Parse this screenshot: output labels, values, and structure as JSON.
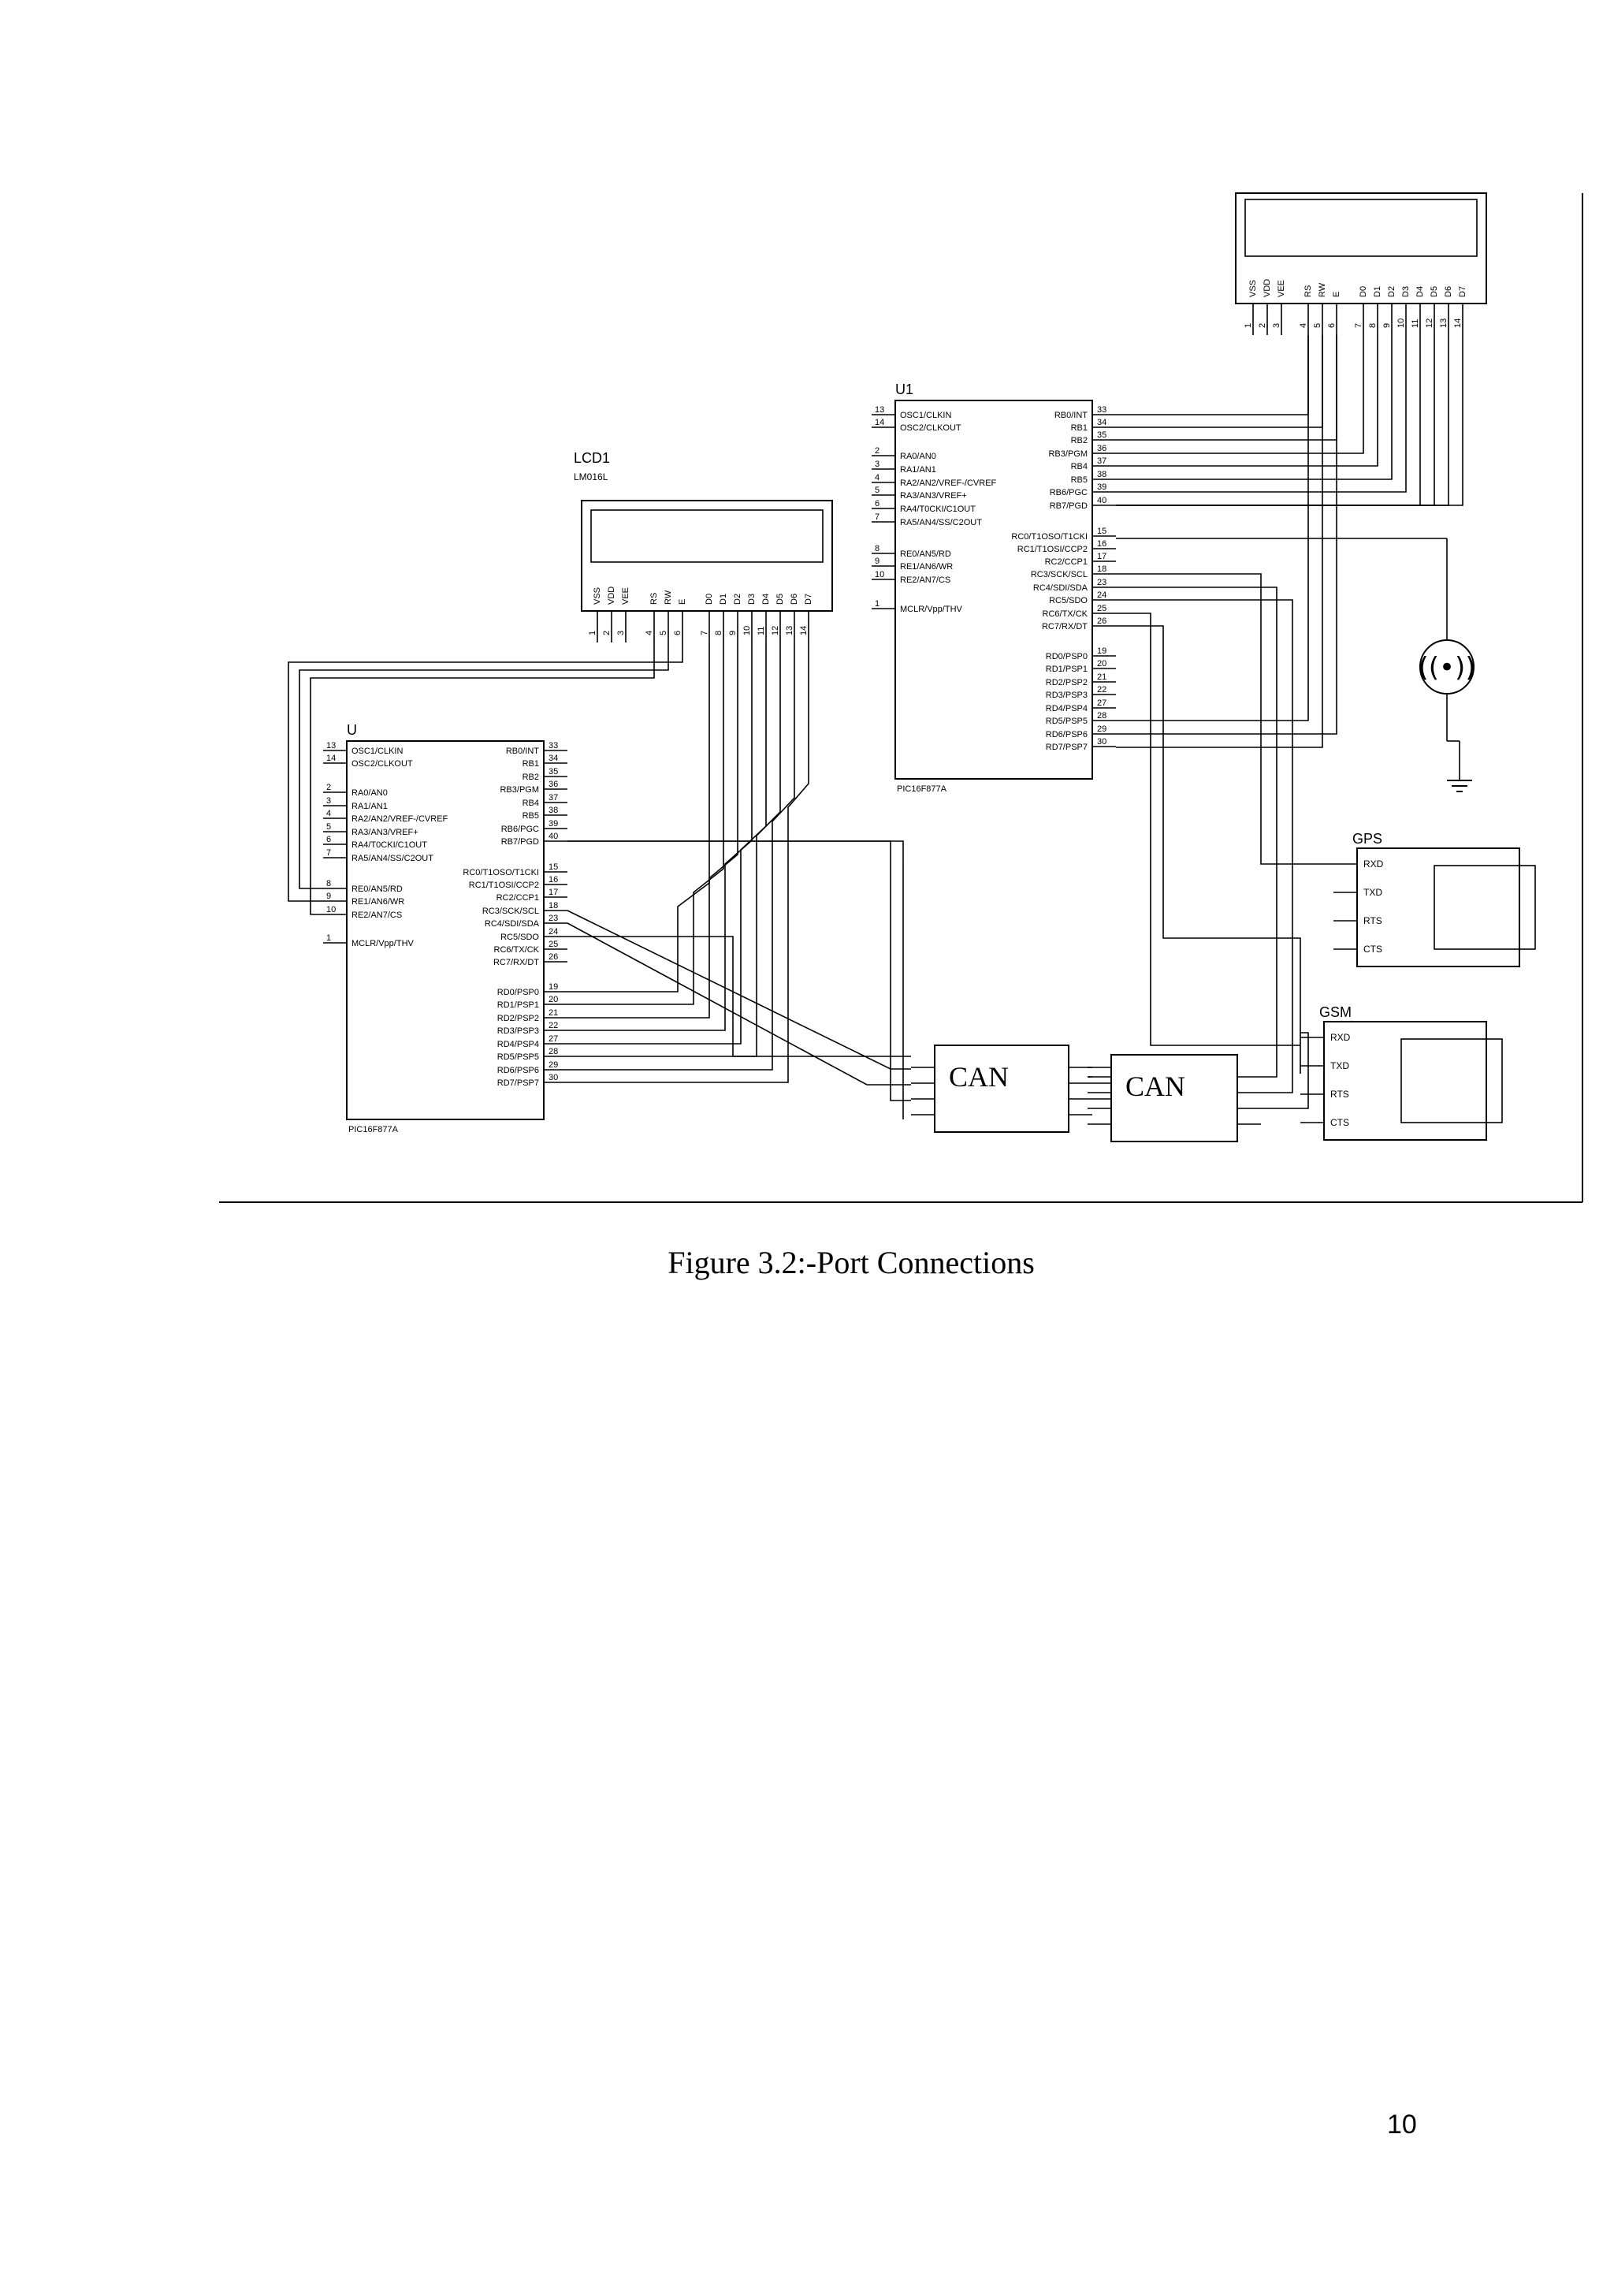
{
  "figure": {
    "caption": "Figure  3.2:-Port Connections",
    "page_number": "10"
  },
  "lcd_top": {
    "pins": [
      "VSS",
      "VDD",
      "VEE",
      "RS",
      "RW",
      "E",
      "D0",
      "D1",
      "D2",
      "D3",
      "D4",
      "D5",
      "D6",
      "D7"
    ],
    "pin_numbers": [
      "1",
      "2",
      "3",
      "4",
      "5",
      "6",
      "7",
      "8",
      "9",
      "10",
      "11",
      "12",
      "13",
      "14"
    ]
  },
  "lcd1": {
    "ref": "LCD1",
    "model": "LM016L",
    "pins": [
      "VSS",
      "VDD",
      "VEE",
      "RS",
      "RW",
      "E",
      "D0",
      "D1",
      "D2",
      "D3",
      "D4",
      "D5",
      "D6",
      "D7"
    ],
    "pin_numbers": [
      "1",
      "2",
      "3",
      "4",
      "5",
      "6",
      "7",
      "8",
      "9",
      "10",
      "11",
      "12",
      "13",
      "14"
    ]
  },
  "mcu_u1": {
    "ref": "U1",
    "part": "PIC16F877A",
    "left_pins": [
      {
        "num": "13",
        "name": "OSC1/CLKIN"
      },
      {
        "num": "14",
        "name": "OSC2/CLKOUT"
      },
      {
        "num": "2",
        "name": "RA0/AN0"
      },
      {
        "num": "3",
        "name": "RA1/AN1"
      },
      {
        "num": "4",
        "name": "RA2/AN2/VREF-/CVREF"
      },
      {
        "num": "5",
        "name": "RA3/AN3/VREF+"
      },
      {
        "num": "6",
        "name": "RA4/T0CKI/C1OUT"
      },
      {
        "num": "7",
        "name": "RA5/AN4/SS/C2OUT"
      },
      {
        "num": "8",
        "name": "RE0/AN5/RD"
      },
      {
        "num": "9",
        "name": "RE1/AN6/WR"
      },
      {
        "num": "10",
        "name": "RE2/AN7/CS"
      },
      {
        "num": "1",
        "name": "MCLR/Vpp/THV"
      }
    ],
    "right_pins": [
      {
        "num": "33",
        "name": "RB0/INT"
      },
      {
        "num": "34",
        "name": "RB1"
      },
      {
        "num": "35",
        "name": "RB2"
      },
      {
        "num": "36",
        "name": "RB3/PGM"
      },
      {
        "num": "37",
        "name": "RB4"
      },
      {
        "num": "38",
        "name": "RB5"
      },
      {
        "num": "39",
        "name": "RB6/PGC"
      },
      {
        "num": "40",
        "name": "RB7/PGD"
      },
      {
        "num": "15",
        "name": "RC0/T1OSO/T1CKI"
      },
      {
        "num": "16",
        "name": "RC1/T1OSI/CCP2"
      },
      {
        "num": "17",
        "name": "RC2/CCP1"
      },
      {
        "num": "18",
        "name": "RC3/SCK/SCL"
      },
      {
        "num": "23",
        "name": "RC4/SDI/SDA"
      },
      {
        "num": "24",
        "name": "RC5/SDO"
      },
      {
        "num": "25",
        "name": "RC6/TX/CK"
      },
      {
        "num": "26",
        "name": "RC7/RX/DT"
      },
      {
        "num": "19",
        "name": "RD0/PSP0"
      },
      {
        "num": "20",
        "name": "RD1/PSP1"
      },
      {
        "num": "21",
        "name": "RD2/PSP2"
      },
      {
        "num": "22",
        "name": "RD3/PSP3"
      },
      {
        "num": "27",
        "name": "RD4/PSP4"
      },
      {
        "num": "28",
        "name": "RD5/PSP5"
      },
      {
        "num": "29",
        "name": "RD6/PSP6"
      },
      {
        "num": "30",
        "name": "RD7/PSP7"
      }
    ]
  },
  "mcu_u": {
    "ref": "U",
    "part": "PIC16F877A",
    "left_pins": [
      {
        "num": "13",
        "name": "OSC1/CLKIN"
      },
      {
        "num": "14",
        "name": "OSC2/CLKOUT"
      },
      {
        "num": "2",
        "name": "RA0/AN0"
      },
      {
        "num": "3",
        "name": "RA1/AN1"
      },
      {
        "num": "4",
        "name": "RA2/AN2/VREF-/CVREF"
      },
      {
        "num": "5",
        "name": "RA3/AN3/VREF+"
      },
      {
        "num": "6",
        "name": "RA4/T0CKI/C1OUT"
      },
      {
        "num": "7",
        "name": "RA5/AN4/SS/C2OUT"
      },
      {
        "num": "8",
        "name": "RE0/AN5/RD"
      },
      {
        "num": "9",
        "name": "RE1/AN6/WR"
      },
      {
        "num": "10",
        "name": "RE2/AN7/CS"
      },
      {
        "num": "1",
        "name": "MCLR/Vpp/THV"
      }
    ],
    "right_pins": [
      {
        "num": "33",
        "name": "RB0/INT"
      },
      {
        "num": "34",
        "name": "RB1"
      },
      {
        "num": "35",
        "name": "RB2"
      },
      {
        "num": "36",
        "name": "RB3/PGM"
      },
      {
        "num": "37",
        "name": "RB4"
      },
      {
        "num": "38",
        "name": "RB5"
      },
      {
        "num": "39",
        "name": "RB6/PGC"
      },
      {
        "num": "40",
        "name": "RB7/PGD"
      },
      {
        "num": "15",
        "name": "RC0/T1OSO/T1CKI"
      },
      {
        "num": "16",
        "name": "RC1/T1OSI/CCP2"
      },
      {
        "num": "17",
        "name": "RC2/CCP1"
      },
      {
        "num": "18",
        "name": "RC3/SCK/SCL"
      },
      {
        "num": "23",
        "name": "RC4/SDI/SDA"
      },
      {
        "num": "24",
        "name": "RC5/SDO"
      },
      {
        "num": "25",
        "name": "RC6/TX/CK"
      },
      {
        "num": "26",
        "name": "RC7/RX/DT"
      },
      {
        "num": "19",
        "name": "RD0/PSP0"
      },
      {
        "num": "20",
        "name": "RD1/PSP1"
      },
      {
        "num": "21",
        "name": "RD2/PSP2"
      },
      {
        "num": "22",
        "name": "RD3/PSP3"
      },
      {
        "num": "27",
        "name": "RD4/PSP4"
      },
      {
        "num": "28",
        "name": "RD5/PSP5"
      },
      {
        "num": "29",
        "name": "RD6/PSP6"
      },
      {
        "num": "30",
        "name": "RD7/PSP7"
      }
    ]
  },
  "gps": {
    "label": "GPS",
    "pins": [
      "RXD",
      "TXD",
      "RTS",
      "CTS"
    ]
  },
  "gsm": {
    "label": "GSM",
    "pins": [
      "RXD",
      "TXD",
      "RTS",
      "CTS"
    ]
  },
  "can1": {
    "label": "CAN"
  },
  "can2": {
    "label": "CAN"
  }
}
